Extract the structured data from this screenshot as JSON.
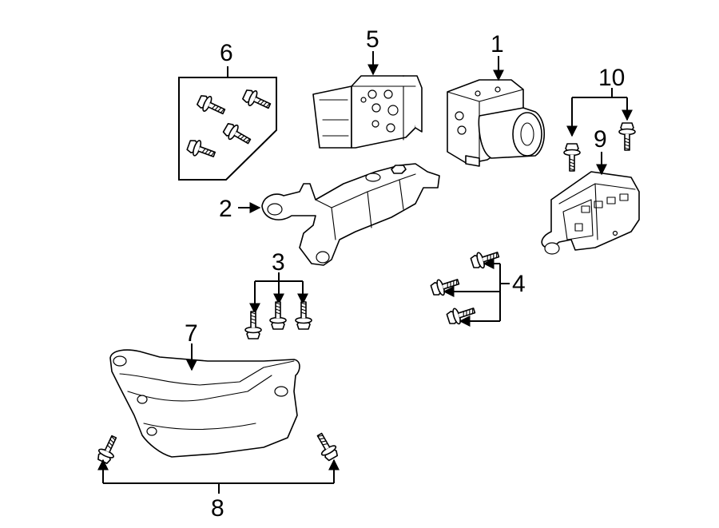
{
  "callouts": {
    "c1": "1",
    "c2": "2",
    "c3": "3",
    "c4": "4",
    "c5": "5",
    "c6": "6",
    "c7": "7",
    "c8": "8",
    "c9": "9",
    "c10": "10"
  },
  "parts": [
    "abs-modulator-assembly",
    "mounting-bracket",
    "bracket-bolts",
    "modulator-bolts",
    "abs-modulator-remanufactured",
    "bolt-kit",
    "heat-shield",
    "shield-bolts",
    "yaw-rate-sensor",
    "sensor-bolts"
  ]
}
